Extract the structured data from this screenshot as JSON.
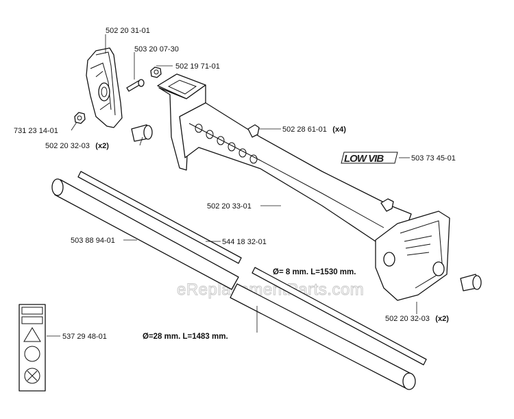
{
  "watermark": "eReplacementParts.com",
  "brand_label": "LOW VIB",
  "part_numbers": {
    "p_502_20_31_01": "502 20 31-01",
    "p_503_20_07_30": "503 20 07-30",
    "p_502_19_71_01": "502 19 71-01",
    "p_731_23_14_01": "731 23 14-01",
    "p_502_20_32_03_a": "502 20 32-03",
    "p_502_28_61_01": "502 28 61-01",
    "p_503_73_45_01": "503 73 45-01",
    "p_502_20_33_01": "502 20 33-01",
    "p_503_88_94_01": "503 88 94-01",
    "p_544_18_32_01": "544 18 32-01",
    "p_537_29_48_01": "537 29 48-01",
    "p_502_20_32_03_b": "502 20 32-03"
  },
  "quantities": {
    "q_502_20_32_03_a": "(x2)",
    "q_502_28_61_01": "(x4)",
    "q_502_20_32_03_b": "(x2)"
  },
  "dimensions": {
    "small_rod": "Ø= 8 mm. L=1530 mm.",
    "large_tube": "Ø=28 mm. L=1483 mm."
  }
}
